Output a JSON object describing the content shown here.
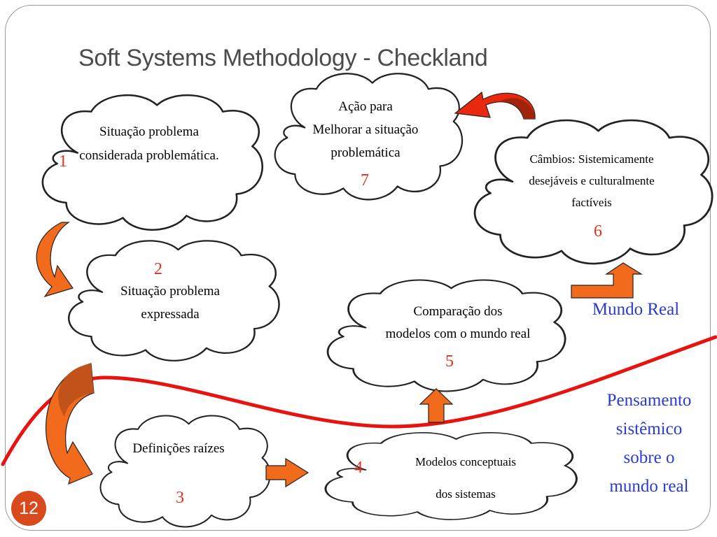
{
  "title": "Soft Systems Methodology - Checkland",
  "slide_number": "12",
  "stages": {
    "s1": {
      "text_line1": "Situação problema",
      "text_line2": "considerada problemática.",
      "number": "1"
    },
    "s2": {
      "number": "2",
      "text_line1": "Situação  problema",
      "text_line2": "expressada"
    },
    "s3": {
      "text_line1": "Definições raízes",
      "number": "3"
    },
    "s4": {
      "number": "4",
      "text_line1": "Modelos conceptuais",
      "text_line2": "dos sistemas"
    },
    "s5": {
      "text_line1": "Comparação dos",
      "text_line2": "modelos com o mundo real",
      "number": "5"
    },
    "s6": {
      "text_line1": "Câmbios: Sistemicamente",
      "text_line2": "desejáveis e culturalmente",
      "text_line3": "factíveis",
      "number": "6"
    },
    "s7": {
      "text_line1": "Ação para",
      "text_line2": "Melhorar a situação",
      "text_line3": "problemática",
      "number": "7"
    }
  },
  "regions": {
    "real_world": "Mundo Real",
    "systems_thinking_line1": "Pensamento",
    "systems_thinking_line2": "sistêmico",
    "systems_thinking_line3": "sobre o",
    "systems_thinking_line4": "mundo real"
  },
  "colors": {
    "title": "#4b4b4b",
    "number": "#e5301a",
    "region_label": "#2a3bd3",
    "divider": "#e8130f",
    "arrow_fill": "#f26a1c",
    "arrow_dark": "#c0521a",
    "slide_badge": "#d84a1c"
  }
}
